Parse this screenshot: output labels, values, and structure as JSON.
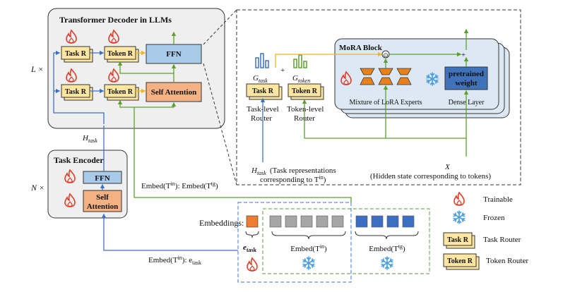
{
  "decoder": {
    "title": "Transformer Decoder in LLMs",
    "repeat": "L ×",
    "task_r": "Task R",
    "token_r": "Token R",
    "ffn": "FFN",
    "self_attention": "Self Attention"
  },
  "encoder": {
    "title": "Task Encoder",
    "repeat": "N ×",
    "ffn": "FFN",
    "self_attention_line1": "Self",
    "self_attention_line2": "Attention",
    "h_task_label": "H",
    "h_task_sub": "task"
  },
  "zoom": {
    "g_task": "G",
    "g_task_sub": "task",
    "g_token": "G",
    "g_token_sub": "token",
    "plus": "+",
    "task_r": "Task R",
    "token_r": "Token R",
    "task_router_line1": "Task-level",
    "task_router_line2": "Router",
    "token_router_line1": "Token-level",
    "token_router_line2": "Router",
    "h_task": "H",
    "h_task_sub": "task",
    "h_task_desc_line1": "(Task representations",
    "h_task_desc_line2": "corresponding to T",
    "h_task_desc_sup": "in",
    "h_task_desc_close": ")",
    "x_label": "X",
    "x_desc": "(Hidden state corresponding to tokens)",
    "mora_title": "MoRA Block",
    "pretrained_line1": "pretrained",
    "pretrained_line2": "weight",
    "mixture_label": "Mixture of LoRA Experts",
    "dense_label": "Dense Layer",
    "odot": "⊙",
    "plus2": "+"
  },
  "embed_label_decoder": "Embed(T",
  "embed_label_decoder_sup1": "in",
  "embed_label_decoder_mid": "): Embed(T",
  "embed_label_decoder_sup2": "tg",
  "embed_label_decoder_end": ")",
  "embed_label_encoder": "Embed(T",
  "embed_label_encoder_sup": "in",
  "embed_label_encoder_end": "): e",
  "embed_label_encoder_sub": "task",
  "embeddings": {
    "label": "Embeddings:",
    "e_task": "e",
    "e_task_sub": "task",
    "embed_in": "Embed(T",
    "embed_in_sup": "in",
    "embed_in_end": ")",
    "embed_tg": "Embed(T",
    "embed_tg_sup": "tg",
    "embed_tg_end": ")"
  },
  "legend": {
    "trainable": "Trainable",
    "frozen": "Frozen",
    "task_router_box": "Task R",
    "task_router": "Task Router",
    "token_router_box": "Token R",
    "token_router": "Token Router"
  },
  "colors": {
    "router_fill": "#fde6a2",
    "ffn_fill": "#a9cbea",
    "attention_fill": "#f4b183",
    "panel_fill": "#efefef",
    "mora_fill": "#dce9f5",
    "expert_fill": "#e8801c",
    "gray_token": "#a6a6a6",
    "blue_token": "#3c6fc4",
    "orange_token": "#ed7d31",
    "arrow_green": "#5aa02c",
    "arrow_blue": "#3b72c4",
    "arrow_gold": "#f0b429",
    "flame": "#e03b24",
    "snowflake": "#4a9de0"
  }
}
